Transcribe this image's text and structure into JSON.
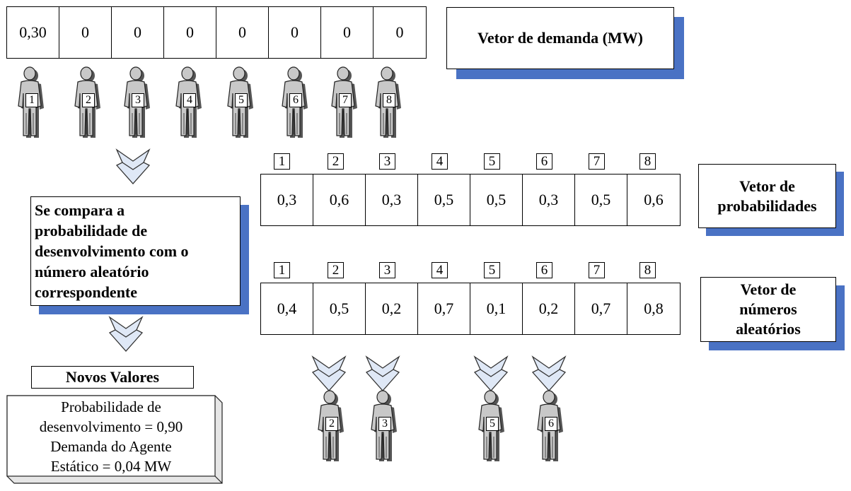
{
  "demand_vector": [
    "0,30",
    "0",
    "0",
    "0",
    "0",
    "0",
    "0",
    "0"
  ],
  "demand_title": "Vetor de demanda (MW)",
  "agents": [
    "1",
    "2",
    "3",
    "4",
    "5",
    "6",
    "7",
    "8"
  ],
  "probability_vector": {
    "indices": [
      "1",
      "2",
      "3",
      "4",
      "5",
      "6",
      "7",
      "8"
    ],
    "values": [
      "0,3",
      "0,6",
      "0,3",
      "0,5",
      "0,5",
      "0,3",
      "0,5",
      "0,6"
    ],
    "title": "Vetor de probabilidades"
  },
  "random_vector": {
    "indices": [
      "1",
      "2",
      "3",
      "4",
      "5",
      "6",
      "7",
      "8"
    ],
    "values": [
      "0,4",
      "0,5",
      "0,2",
      "0,7",
      "0,1",
      "0,2",
      "0,7",
      "0,8"
    ],
    "title_lines": [
      "Vetor de",
      "números",
      "aleatórios"
    ]
  },
  "compare_lines": [
    "Se compara a",
    "probabilidade de",
    "desenvolvimento com o",
    "número aleatório",
    "correspondente"
  ],
  "new_values": {
    "title": "Novos Valores",
    "lines": [
      "Probabilidade de",
      "desenvolvimento = 0,90",
      "Demanda do Agente",
      "Estático = 0,04 MW"
    ]
  },
  "selected_agents": [
    "2",
    "3",
    "5",
    "6"
  ],
  "colors": {
    "shadow": "#4a72c4",
    "arrow_fill": "#dfe8f6",
    "figure": "#c8c8c8"
  }
}
